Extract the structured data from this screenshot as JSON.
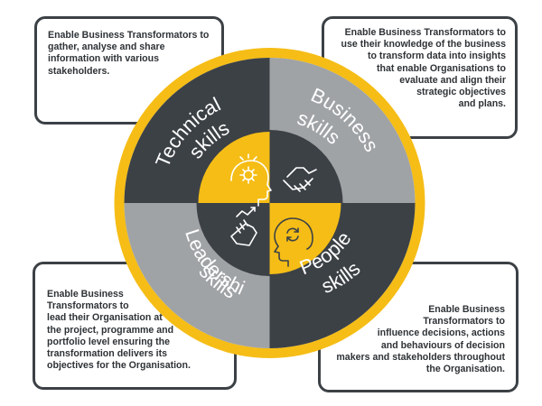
{
  "colors": {
    "yellow": "#f5bd16",
    "dark": "#3c4146",
    "grey": "#a0a3a6",
    "border": "#3c4146",
    "text": "#2e3236"
  },
  "diagram": {
    "segments": [
      {
        "id": "technical",
        "line1": "Technical",
        "line2": "skills",
        "icon": "head-gear-icon"
      },
      {
        "id": "business",
        "line1": "Business",
        "line2": "skills",
        "icon": "handshake-icon"
      },
      {
        "id": "leadership",
        "line1": "Leadership",
        "line2": "skills",
        "icon": "hand-growth-chart-icon"
      },
      {
        "id": "people",
        "line1": "People",
        "line2": "skills",
        "icon": "head-refresh-icon"
      }
    ]
  },
  "boxes": {
    "technical": "Enable Business Transformators to\ngather, analyse and share\ninformation with various\nstakeholders.",
    "business": "Enable Business Transformators to\nuse their knowledge of the business\nto transform data into insights\nthat enable Organisations to\nevaluate and align their\nstrategic objectives\nand plans.",
    "leadership": "Enable Business\nTransformators to\nlead their Organisation at\nthe project, programme and\nportfolio level ensuring the\ntransformation delivers its\nobjectives for the Organisation.",
    "people": "Enable Business\nTransformators to\ninfluence decisions, actions\nand behaviours of decision\nmakers and stakeholders throughout\nthe Organisation."
  }
}
